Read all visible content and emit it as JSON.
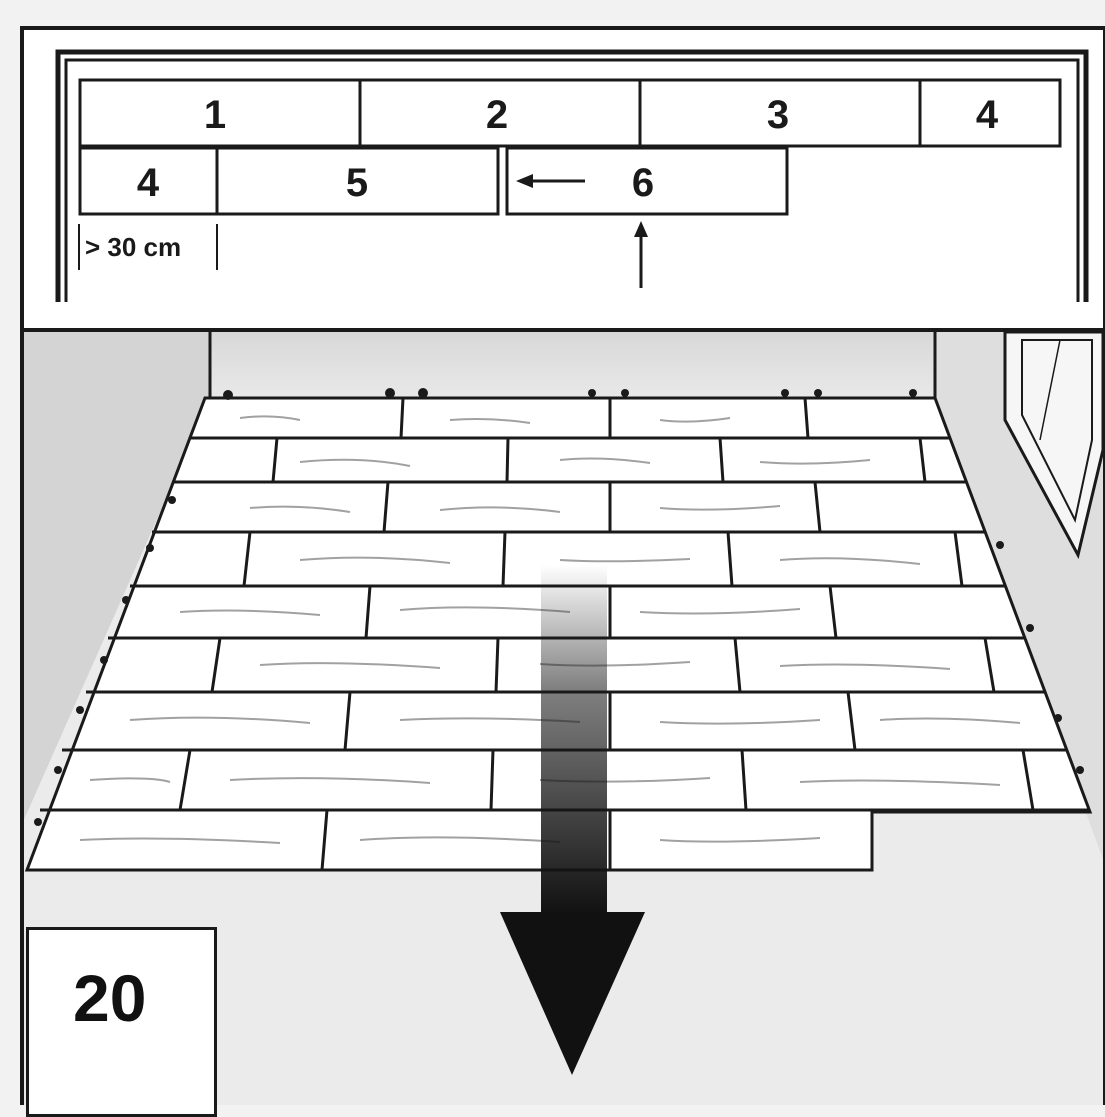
{
  "step_number": "20",
  "layout_diagram": {
    "row1": [
      "1",
      "2",
      "3",
      "4"
    ],
    "row2": [
      "4",
      "5",
      "6"
    ],
    "min_offset_label": "> 30 cm"
  },
  "icons": {
    "direction_arrow": "down-arrow-icon",
    "shift_arrow": "left-arrow-icon",
    "up_arrow": "up-arrow-icon"
  },
  "colors": {
    "ink": "#1a1a1a",
    "background": "#f2f2f2",
    "wall": "#e4e4e4",
    "plank": "#ffffff"
  }
}
